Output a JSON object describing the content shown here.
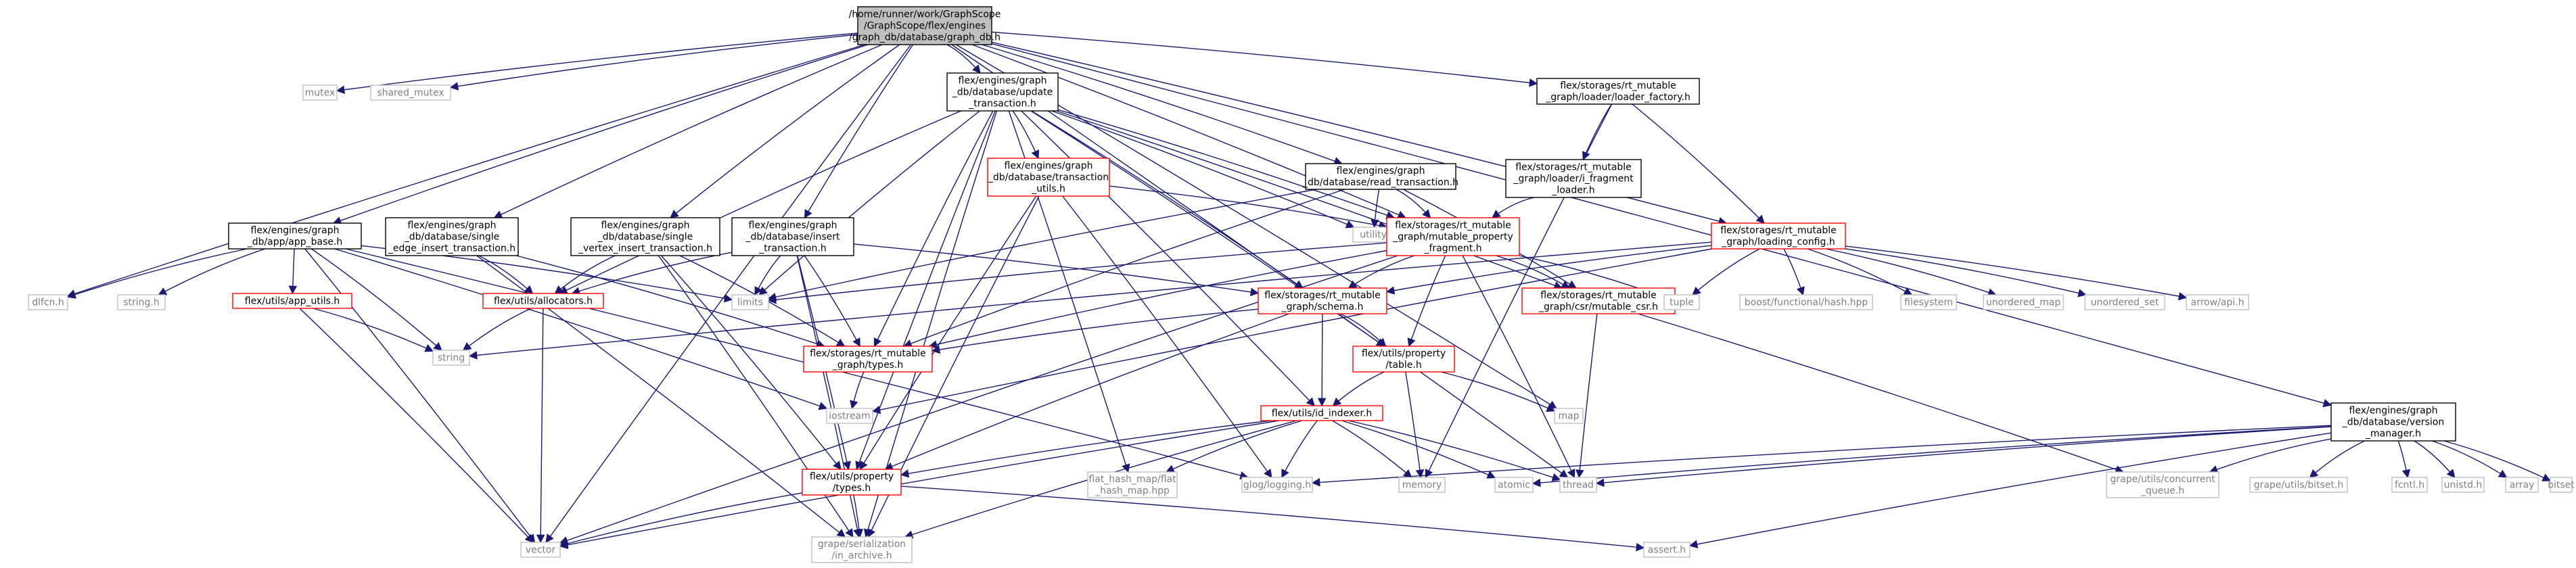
{
  "diagram": {
    "nodes": [
      {
        "id": "root",
        "lines": [
          "/home/runner/work/GraphScope",
          "/GraphScope/flex/engines",
          "/graph_db/database/graph_db.h"
        ],
        "style": "root"
      },
      {
        "id": "mutex",
        "lines": [
          "mutex"
        ],
        "style": "system"
      },
      {
        "id": "shared_mutex",
        "lines": [
          "shared_mutex"
        ],
        "style": "system"
      },
      {
        "id": "update_txn",
        "lines": [
          "flex/engines/graph",
          "_db/database/update",
          "_transaction.h"
        ],
        "style": "local"
      },
      {
        "id": "loader_factory",
        "lines": [
          "flex/storages/rt_mutable",
          "_graph/loader/loader_factory.h"
        ],
        "style": "local"
      },
      {
        "id": "txn_utils",
        "lines": [
          "flex/engines/graph",
          "_db/database/transaction",
          "_utils.h"
        ],
        "style": "partial"
      },
      {
        "id": "read_txn",
        "lines": [
          "flex/engines/graph",
          "_db/database/read_transaction.h"
        ],
        "style": "local"
      },
      {
        "id": "i_fragment_loader",
        "lines": [
          "flex/storages/rt_mutable",
          "_graph/loader/i_fragment",
          "_loader.h"
        ],
        "style": "local"
      },
      {
        "id": "utility",
        "lines": [
          "utility"
        ],
        "style": "system"
      },
      {
        "id": "app_base",
        "lines": [
          "flex/engines/graph",
          "_db/app/app_base.h"
        ],
        "style": "local"
      },
      {
        "id": "single_edge",
        "lines": [
          "flex/engines/graph",
          "_db/database/single",
          "_edge_insert_transaction.h"
        ],
        "style": "local"
      },
      {
        "id": "single_vertex",
        "lines": [
          "flex/engines/graph",
          "_db/database/single",
          "_vertex_insert_transaction.h"
        ],
        "style": "local"
      },
      {
        "id": "insert_txn",
        "lines": [
          "flex/engines/graph",
          "_db/database/insert",
          "_transaction.h"
        ],
        "style": "local"
      },
      {
        "id": "mutable_fragment",
        "lines": [
          "flex/storages/rt_mutable",
          "_graph/mutable_property",
          "_fragment.h"
        ],
        "style": "partial"
      },
      {
        "id": "loading_config",
        "lines": [
          "flex/storages/rt_mutable",
          "_graph/loading_config.h"
        ],
        "style": "partial"
      },
      {
        "id": "dlfcn",
        "lines": [
          "dlfcn.h"
        ],
        "style": "system"
      },
      {
        "id": "string_h",
        "lines": [
          "string.h"
        ],
        "style": "system"
      },
      {
        "id": "app_utils",
        "lines": [
          "flex/utils/app_utils.h"
        ],
        "style": "partial"
      },
      {
        "id": "allocators",
        "lines": [
          "flex/utils/allocators.h"
        ],
        "style": "partial"
      },
      {
        "id": "limits",
        "lines": [
          "limits"
        ],
        "style": "system"
      },
      {
        "id": "schema",
        "lines": [
          "flex/storages/rt_mutable",
          "_graph/schema.h"
        ],
        "style": "partial"
      },
      {
        "id": "mutable_csr",
        "lines": [
          "flex/storages/rt_mutable",
          "_graph/csr/mutable_csr.h"
        ],
        "style": "partial"
      },
      {
        "id": "tuple",
        "lines": [
          "tuple"
        ],
        "style": "system"
      },
      {
        "id": "boost_hash",
        "lines": [
          "boost/functional/hash.hpp"
        ],
        "style": "system"
      },
      {
        "id": "filesystem",
        "lines": [
          "filesystem"
        ],
        "style": "system"
      },
      {
        "id": "unordered_map",
        "lines": [
          "unordered_map"
        ],
        "style": "system"
      },
      {
        "id": "unordered_set",
        "lines": [
          "unordered_set"
        ],
        "style": "system"
      },
      {
        "id": "arrow_api",
        "lines": [
          "arrow/api.h"
        ],
        "style": "system"
      },
      {
        "id": "string",
        "lines": [
          "string"
        ],
        "style": "system"
      },
      {
        "id": "types",
        "lines": [
          "flex/storages/rt_mutable",
          "_graph/types.h"
        ],
        "style": "partial"
      },
      {
        "id": "property_table",
        "lines": [
          "flex/utils/property",
          "/table.h"
        ],
        "style": "partial"
      },
      {
        "id": "iostream",
        "lines": [
          "iostream"
        ],
        "style": "system"
      },
      {
        "id": "map",
        "lines": [
          "map"
        ],
        "style": "system"
      },
      {
        "id": "id_indexer",
        "lines": [
          "flex/utils/id_indexer.h"
        ],
        "style": "partial"
      },
      {
        "id": "version_manager",
        "lines": [
          "flex/engines/graph",
          "_db/database/version",
          "_manager.h"
        ],
        "style": "local"
      },
      {
        "id": "flat_hash_map",
        "lines": [
          "flat_hash_map/flat",
          "_hash_map.hpp"
        ],
        "style": "system"
      },
      {
        "id": "glog",
        "lines": [
          "glog/logging.h"
        ],
        "style": "system"
      },
      {
        "id": "memory",
        "lines": [
          "memory"
        ],
        "style": "system"
      },
      {
        "id": "atomic",
        "lines": [
          "atomic"
        ],
        "style": "system"
      },
      {
        "id": "thread",
        "lines": [
          "thread"
        ],
        "style": "system"
      },
      {
        "id": "grape_concurrent",
        "lines": [
          "grape/utils/concurrent",
          "_queue.h"
        ],
        "style": "system"
      },
      {
        "id": "grape_bitset",
        "lines": [
          "grape/utils/bitset.h"
        ],
        "style": "system"
      },
      {
        "id": "fcntl",
        "lines": [
          "fcntl.h"
        ],
        "style": "system"
      },
      {
        "id": "unistd",
        "lines": [
          "unistd.h"
        ],
        "style": "system"
      },
      {
        "id": "array",
        "lines": [
          "array"
        ],
        "style": "system"
      },
      {
        "id": "bitset",
        "lines": [
          "bitset"
        ],
        "style": "system"
      },
      {
        "id": "property_types",
        "lines": [
          "flex/utils/property",
          "/types.h"
        ],
        "style": "partial"
      },
      {
        "id": "vector",
        "lines": [
          "vector"
        ],
        "style": "system"
      },
      {
        "id": "in_archive",
        "lines": [
          "grape/serialization",
          "/in_archive.h"
        ],
        "style": "system"
      },
      {
        "id": "assert",
        "lines": [
          "assert.h"
        ],
        "style": "system"
      }
    ],
    "edges": [
      [
        "root",
        "mutex"
      ],
      [
        "root",
        "shared_mutex"
      ],
      [
        "root",
        "update_txn"
      ],
      [
        "root",
        "loader_factory"
      ],
      [
        "root",
        "read_txn"
      ],
      [
        "root",
        "app_base"
      ],
      [
        "root",
        "single_edge"
      ],
      [
        "root",
        "single_vertex"
      ],
      [
        "root",
        "insert_txn"
      ],
      [
        "root",
        "mutable_fragment"
      ],
      [
        "root",
        "loading_config"
      ],
      [
        "root",
        "dlfcn"
      ],
      [
        "root",
        "vector"
      ],
      [
        "root",
        "map"
      ],
      [
        "root",
        "thread"
      ],
      [
        "root",
        "version_manager"
      ],
      [
        "update_txn",
        "txn_utils"
      ],
      [
        "update_txn",
        "utility"
      ],
      [
        "update_txn",
        "limits"
      ],
      [
        "update_txn",
        "allocators"
      ],
      [
        "update_txn",
        "types"
      ],
      [
        "update_txn",
        "mutable_fragment"
      ],
      [
        "update_txn",
        "mutable_csr"
      ],
      [
        "update_txn",
        "property_table"
      ],
      [
        "update_txn",
        "id_indexer"
      ],
      [
        "update_txn",
        "flat_hash_map"
      ],
      [
        "update_txn",
        "property_types"
      ],
      [
        "update_txn",
        "in_archive"
      ],
      [
        "update_txn",
        "schema"
      ],
      [
        "txn_utils",
        "mutable_fragment"
      ],
      [
        "txn_utils",
        "property_types"
      ],
      [
        "txn_utils",
        "glog"
      ],
      [
        "txn_utils",
        "in_archive"
      ],
      [
        "read_txn",
        "mutable_fragment"
      ],
      [
        "read_txn",
        "mutable_csr"
      ],
      [
        "read_txn",
        "utility"
      ],
      [
        "read_txn",
        "limits"
      ],
      [
        "read_txn",
        "types"
      ],
      [
        "loader_factory",
        "i_fragment_loader"
      ],
      [
        "loader_factory",
        "loading_config"
      ],
      [
        "loader_factory",
        "memory"
      ],
      [
        "i_fragment_loader",
        "mutable_fragment"
      ],
      [
        "app_base",
        "dlfcn"
      ],
      [
        "app_base",
        "string_h"
      ],
      [
        "app_base",
        "app_utils"
      ],
      [
        "app_base",
        "string"
      ],
      [
        "app_base",
        "vector"
      ],
      [
        "app_base",
        "limits"
      ],
      [
        "app_base",
        "iostream"
      ],
      [
        "app_base",
        "glog"
      ],
      [
        "app_utils",
        "string"
      ],
      [
        "app_utils",
        "vector"
      ],
      [
        "single_edge",
        "allocators"
      ],
      [
        "single_edge",
        "types"
      ],
      [
        "single_edge",
        "in_archive"
      ],
      [
        "single_vertex",
        "allocators"
      ],
      [
        "single_vertex",
        "types"
      ],
      [
        "single_vertex",
        "property_types"
      ],
      [
        "single_vertex",
        "in_archive"
      ],
      [
        "insert_txn",
        "allocators"
      ],
      [
        "insert_txn",
        "limits"
      ],
      [
        "insert_txn",
        "types"
      ],
      [
        "insert_txn",
        "property_types"
      ],
      [
        "insert_txn",
        "in_archive"
      ],
      [
        "insert_txn",
        "schema"
      ],
      [
        "allocators",
        "string"
      ],
      [
        "allocators",
        "vector"
      ],
      [
        "mutable_fragment",
        "schema"
      ],
      [
        "mutable_fragment",
        "mutable_csr"
      ],
      [
        "mutable_fragment",
        "property_table"
      ],
      [
        "mutable_fragment",
        "tuple"
      ],
      [
        "mutable_fragment",
        "thread"
      ],
      [
        "mutable_fragment",
        "types"
      ],
      [
        "mutable_fragment",
        "vector"
      ],
      [
        "mutable_fragment",
        "limits"
      ],
      [
        "loading_config",
        "schema"
      ],
      [
        "loading_config",
        "tuple"
      ],
      [
        "loading_config",
        "boost_hash"
      ],
      [
        "loading_config",
        "filesystem"
      ],
      [
        "loading_config",
        "unordered_map"
      ],
      [
        "loading_config",
        "unordered_set"
      ],
      [
        "loading_config",
        "arrow_api"
      ],
      [
        "loading_config",
        "iostream"
      ],
      [
        "loading_config",
        "string"
      ],
      [
        "schema",
        "types"
      ],
      [
        "schema",
        "property_table"
      ],
      [
        "schema",
        "id_indexer"
      ],
      [
        "schema",
        "property_types"
      ],
      [
        "mutable_csr",
        "thread"
      ],
      [
        "mutable_csr",
        "grape_concurrent"
      ],
      [
        "types",
        "iostream"
      ],
      [
        "property_table",
        "map"
      ],
      [
        "property_table",
        "memory"
      ],
      [
        "property_table",
        "id_indexer"
      ],
      [
        "id_indexer",
        "property_types"
      ],
      [
        "id_indexer",
        "flat_hash_map"
      ],
      [
        "id_indexer",
        "glog"
      ],
      [
        "id_indexer",
        "memory"
      ],
      [
        "id_indexer",
        "atomic"
      ],
      [
        "id_indexer",
        "thread"
      ],
      [
        "id_indexer",
        "vector"
      ],
      [
        "id_indexer",
        "in_archive"
      ],
      [
        "version_manager",
        "atomic"
      ],
      [
        "version_manager",
        "thread"
      ],
      [
        "version_manager",
        "glog"
      ],
      [
        "version_manager",
        "grape_concurrent"
      ],
      [
        "version_manager",
        "grape_bitset"
      ],
      [
        "version_manager",
        "fcntl"
      ],
      [
        "version_manager",
        "unistd"
      ],
      [
        "version_manager",
        "array"
      ],
      [
        "version_manager",
        "bitset"
      ],
      [
        "version_manager",
        "assert"
      ],
      [
        "property_types",
        "vector"
      ],
      [
        "property_types",
        "in_archive"
      ],
      [
        "property_types",
        "assert"
      ]
    ],
    "colors": {
      "edge": "#191970",
      "local_border": "#000000",
      "partial_border": "#ff0000",
      "system_border": "#bfbfbf",
      "system_text": "#808080",
      "root_fill": "#bfbfbf"
    }
  }
}
